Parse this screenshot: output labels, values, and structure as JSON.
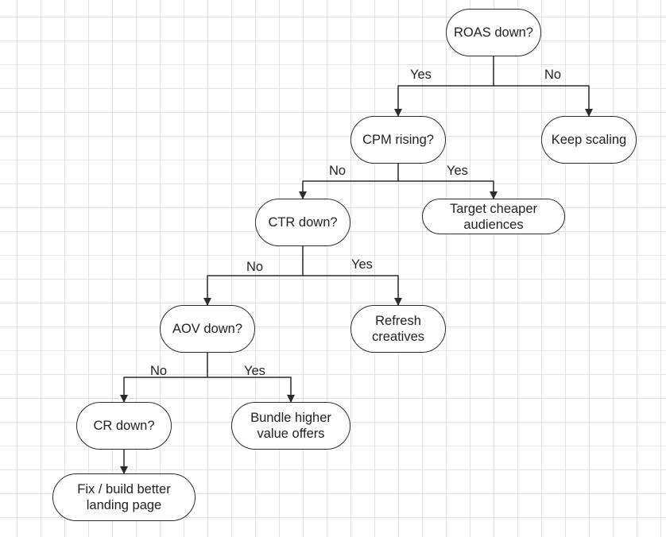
{
  "colors": {
    "stroke": "#2b2b2b",
    "node_fill": "#ffffff",
    "grid": "#e3e3e3",
    "text": "#222222"
  },
  "nodes": {
    "roas_down": "ROAS down?",
    "keep_scaling": "Keep scaling",
    "cpm_rising": "CPM rising?",
    "target_cheaper": "Target cheaper audiences",
    "ctr_down": "CTR down?",
    "refresh_creatives": "Refresh creatives",
    "aov_down": "AOV down?",
    "bundle_offers": "Bundle higher value offers",
    "cr_down": "CR down?",
    "fix_landing": "Fix / build better landing page"
  },
  "edge_labels": {
    "roas_yes": "Yes",
    "roas_no": "No",
    "cpm_no": "No",
    "cpm_yes": "Yes",
    "ctr_no": "No",
    "ctr_yes": "Yes",
    "aov_no": "No",
    "aov_yes": "Yes"
  }
}
